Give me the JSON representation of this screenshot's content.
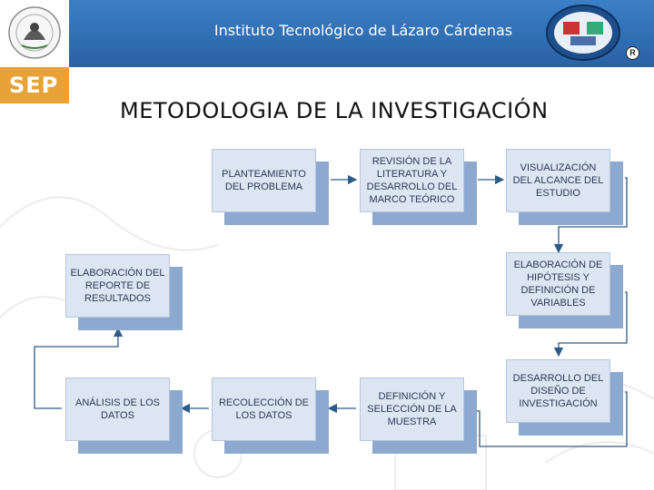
{
  "header": {
    "title": "Instituto Tecnológico de Lázaro Cárdenas",
    "logo_text": "SEP",
    "registered_mark": "R"
  },
  "page_title": "METODOLOGIA DE LA INVESTIGACIÓN",
  "steps": [
    "PLANTEAMIENTO DEL PROBLEMA",
    "REVISIÓN DE LA LITERATURA Y DESARROLLO DEL MARCO TEÓRICO",
    "VISUALIZACIÓN DEL ALCANCE DEL ESTUDIO",
    "ELABORACIÓN DE HIPÓTESIS Y DEFINICIÓN DE VARIABLES",
    "DESARROLLO DEL DISEÑO DE INVESTIGACIÓN",
    "DEFINICIÓN Y SELECCIÓN DE LA MUESTRA",
    "RECOLECCIÓN DE LOS DATOS",
    "ANÁLISIS DE LOS DATOS",
    "ELABORACIÓN DEL REPORTE DE RESULTADOS"
  ],
  "colors": {
    "header": "#2f6fb5",
    "sep": "#e9a23a",
    "box": "#dce6f2",
    "box_shadow": "#8ea9cf",
    "arrow": "#2e5c8a"
  }
}
